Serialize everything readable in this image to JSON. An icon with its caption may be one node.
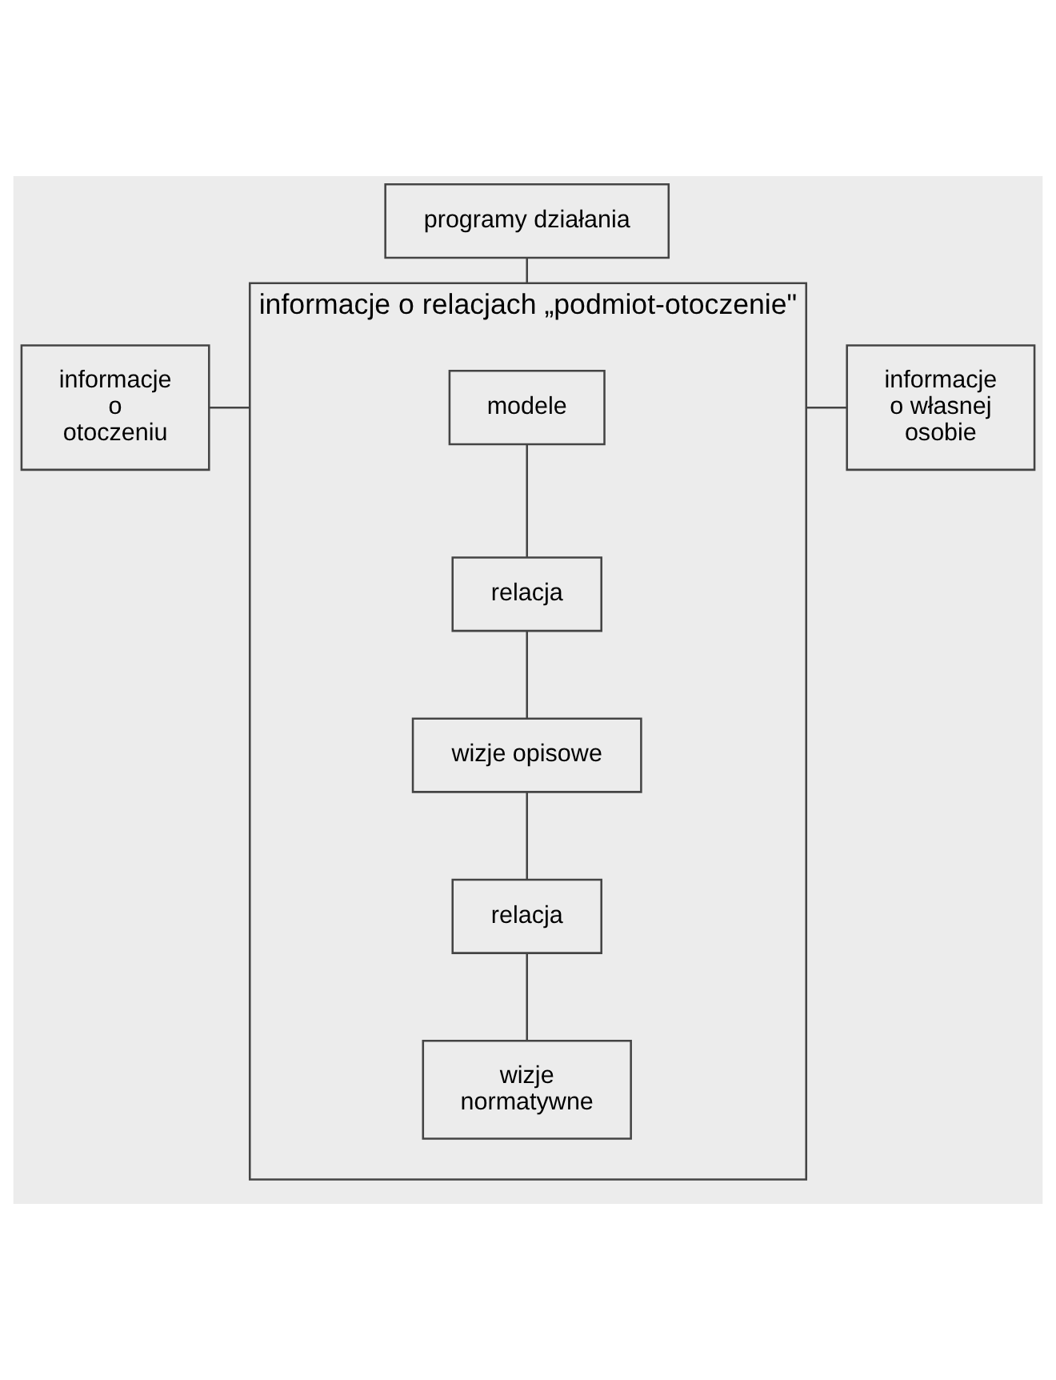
{
  "diagram": {
    "nodes": [
      {
        "text": [
          "programy działania"
        ]
      },
      {
        "text": [
          "informacje o otoczeniu"
        ]
      },
      {
        "text": [
          "informacje o relacjach „podmiot-otoczenie\""
        ]
      },
      {
        "text": [
          "informacje o własnej osobie"
        ]
      },
      {
        "text": [
          "modele"
        ],
        "in": 2
      },
      {
        "text": [
          "relacja"
        ],
        "in": 2
      },
      {
        "text": [
          "wizje opisowe"
        ],
        "in": 2
      },
      {
        "text": [
          "relacja"
        ],
        "in": 2
      },
      {
        "text": [
          "wizje normatywne"
        ],
        "in": 2
      }
    ],
    "edges": [
      {
        "from": 0,
        "to": 2,
        "arrow": "none"
      },
      {
        "from": 1,
        "to": 2,
        "arrow": "none"
      },
      {
        "from": 2,
        "to": 3,
        "arrow": "none"
      },
      {
        "from": 4,
        "to": 5,
        "arrow": "none"
      },
      {
        "from": 5,
        "to": 6,
        "arrow": "none"
      },
      {
        "from": 6,
        "to": 7,
        "arrow": "none"
      },
      {
        "from": 7,
        "to": 8,
        "arrow": "none"
      }
    ]
  }
}
